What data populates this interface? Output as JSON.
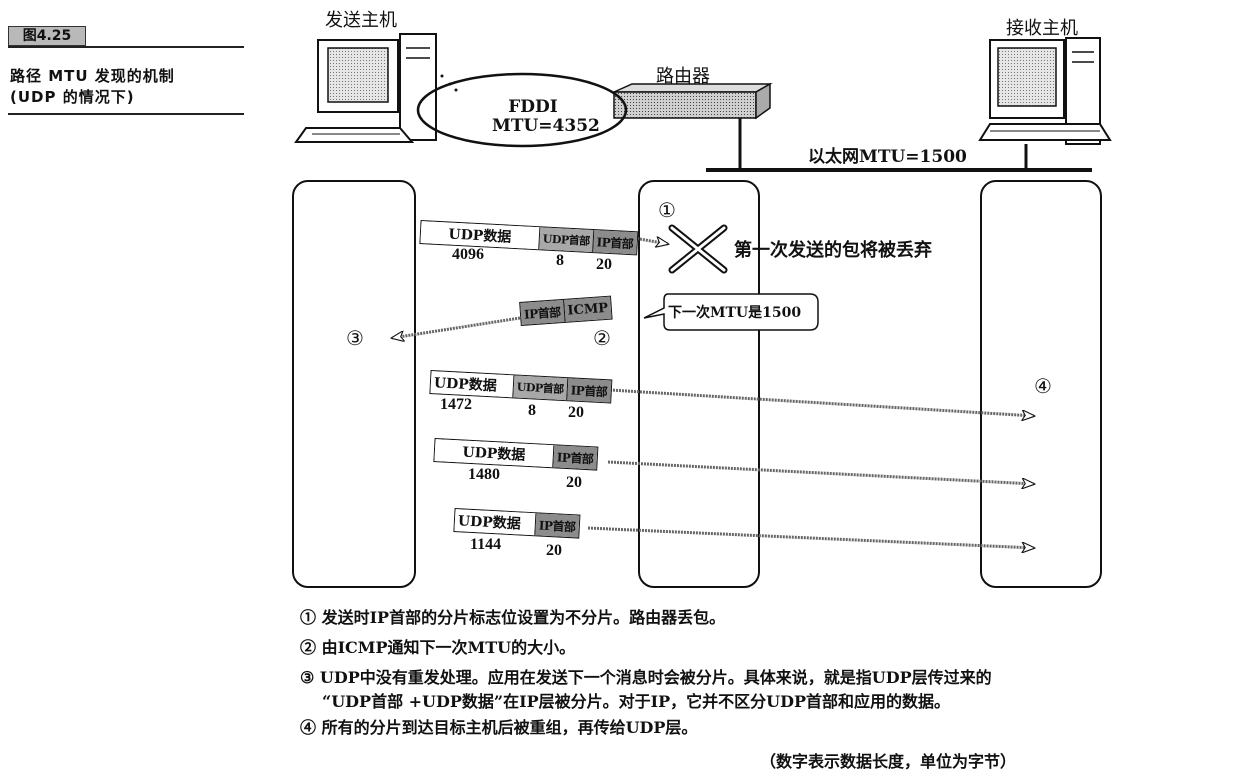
{
  "figure": {
    "tag": "图4.25",
    "caption_line1": "路径 MTU 发现的机制",
    "caption_line2": "(UDP 的情况下)"
  },
  "hosts": {
    "sender": "发送主机",
    "receiver": "接收主机",
    "router": "路由器"
  },
  "links": {
    "fddi": "FDDI",
    "fddi_mtu": "MTU=4352",
    "ethernet": "以太网MTU=1500"
  },
  "circles": {
    "c1": "①",
    "c2": "②",
    "c3": "③",
    "c4": "④"
  },
  "packet1": {
    "data": "UDP数据",
    "udp": "UDP首部",
    "ip": "IP首部",
    "n_data": "4096",
    "n_udp": "8",
    "n_ip": "20"
  },
  "drop_text": "第一次发送的包将被丢弃",
  "icmp_packet": {
    "ip": "IP首部",
    "icmp": "ICMP"
  },
  "icmp_bubble": "下一次MTU是1500",
  "packet2": {
    "data": "UDP数据",
    "udp": "UDP首部",
    "ip": "IP首部",
    "n_data": "1472",
    "n_udp": "8",
    "n_ip": "20"
  },
  "packet3": {
    "data": "UDP数据",
    "ip": "IP首部",
    "n_data": "1480",
    "n_ip": "20"
  },
  "packet4": {
    "data": "UDP数据",
    "ip": "IP首部",
    "n_data": "1144",
    "n_ip": "20"
  },
  "notes": {
    "n1": "① 发送时IP首部的分片标志位设置为不分片。路由器丢包。",
    "n2": "② 由ICMP通知下一次MTU的大小。",
    "n3a": "③ UDP中没有重发处理。应用在发送下一个消息时会被分片。具体来说，就是指UDP层传过来的",
    "n3b": "“UDP首部 +UDP数据”在IP层被分片。对于IP，它并不区分UDP首部和应用的数据。",
    "n4": "④ 所有的分片到达目标主机后被重组，再传给UDP层。",
    "unit": "（数字表示数据长度，单位为字节）"
  }
}
